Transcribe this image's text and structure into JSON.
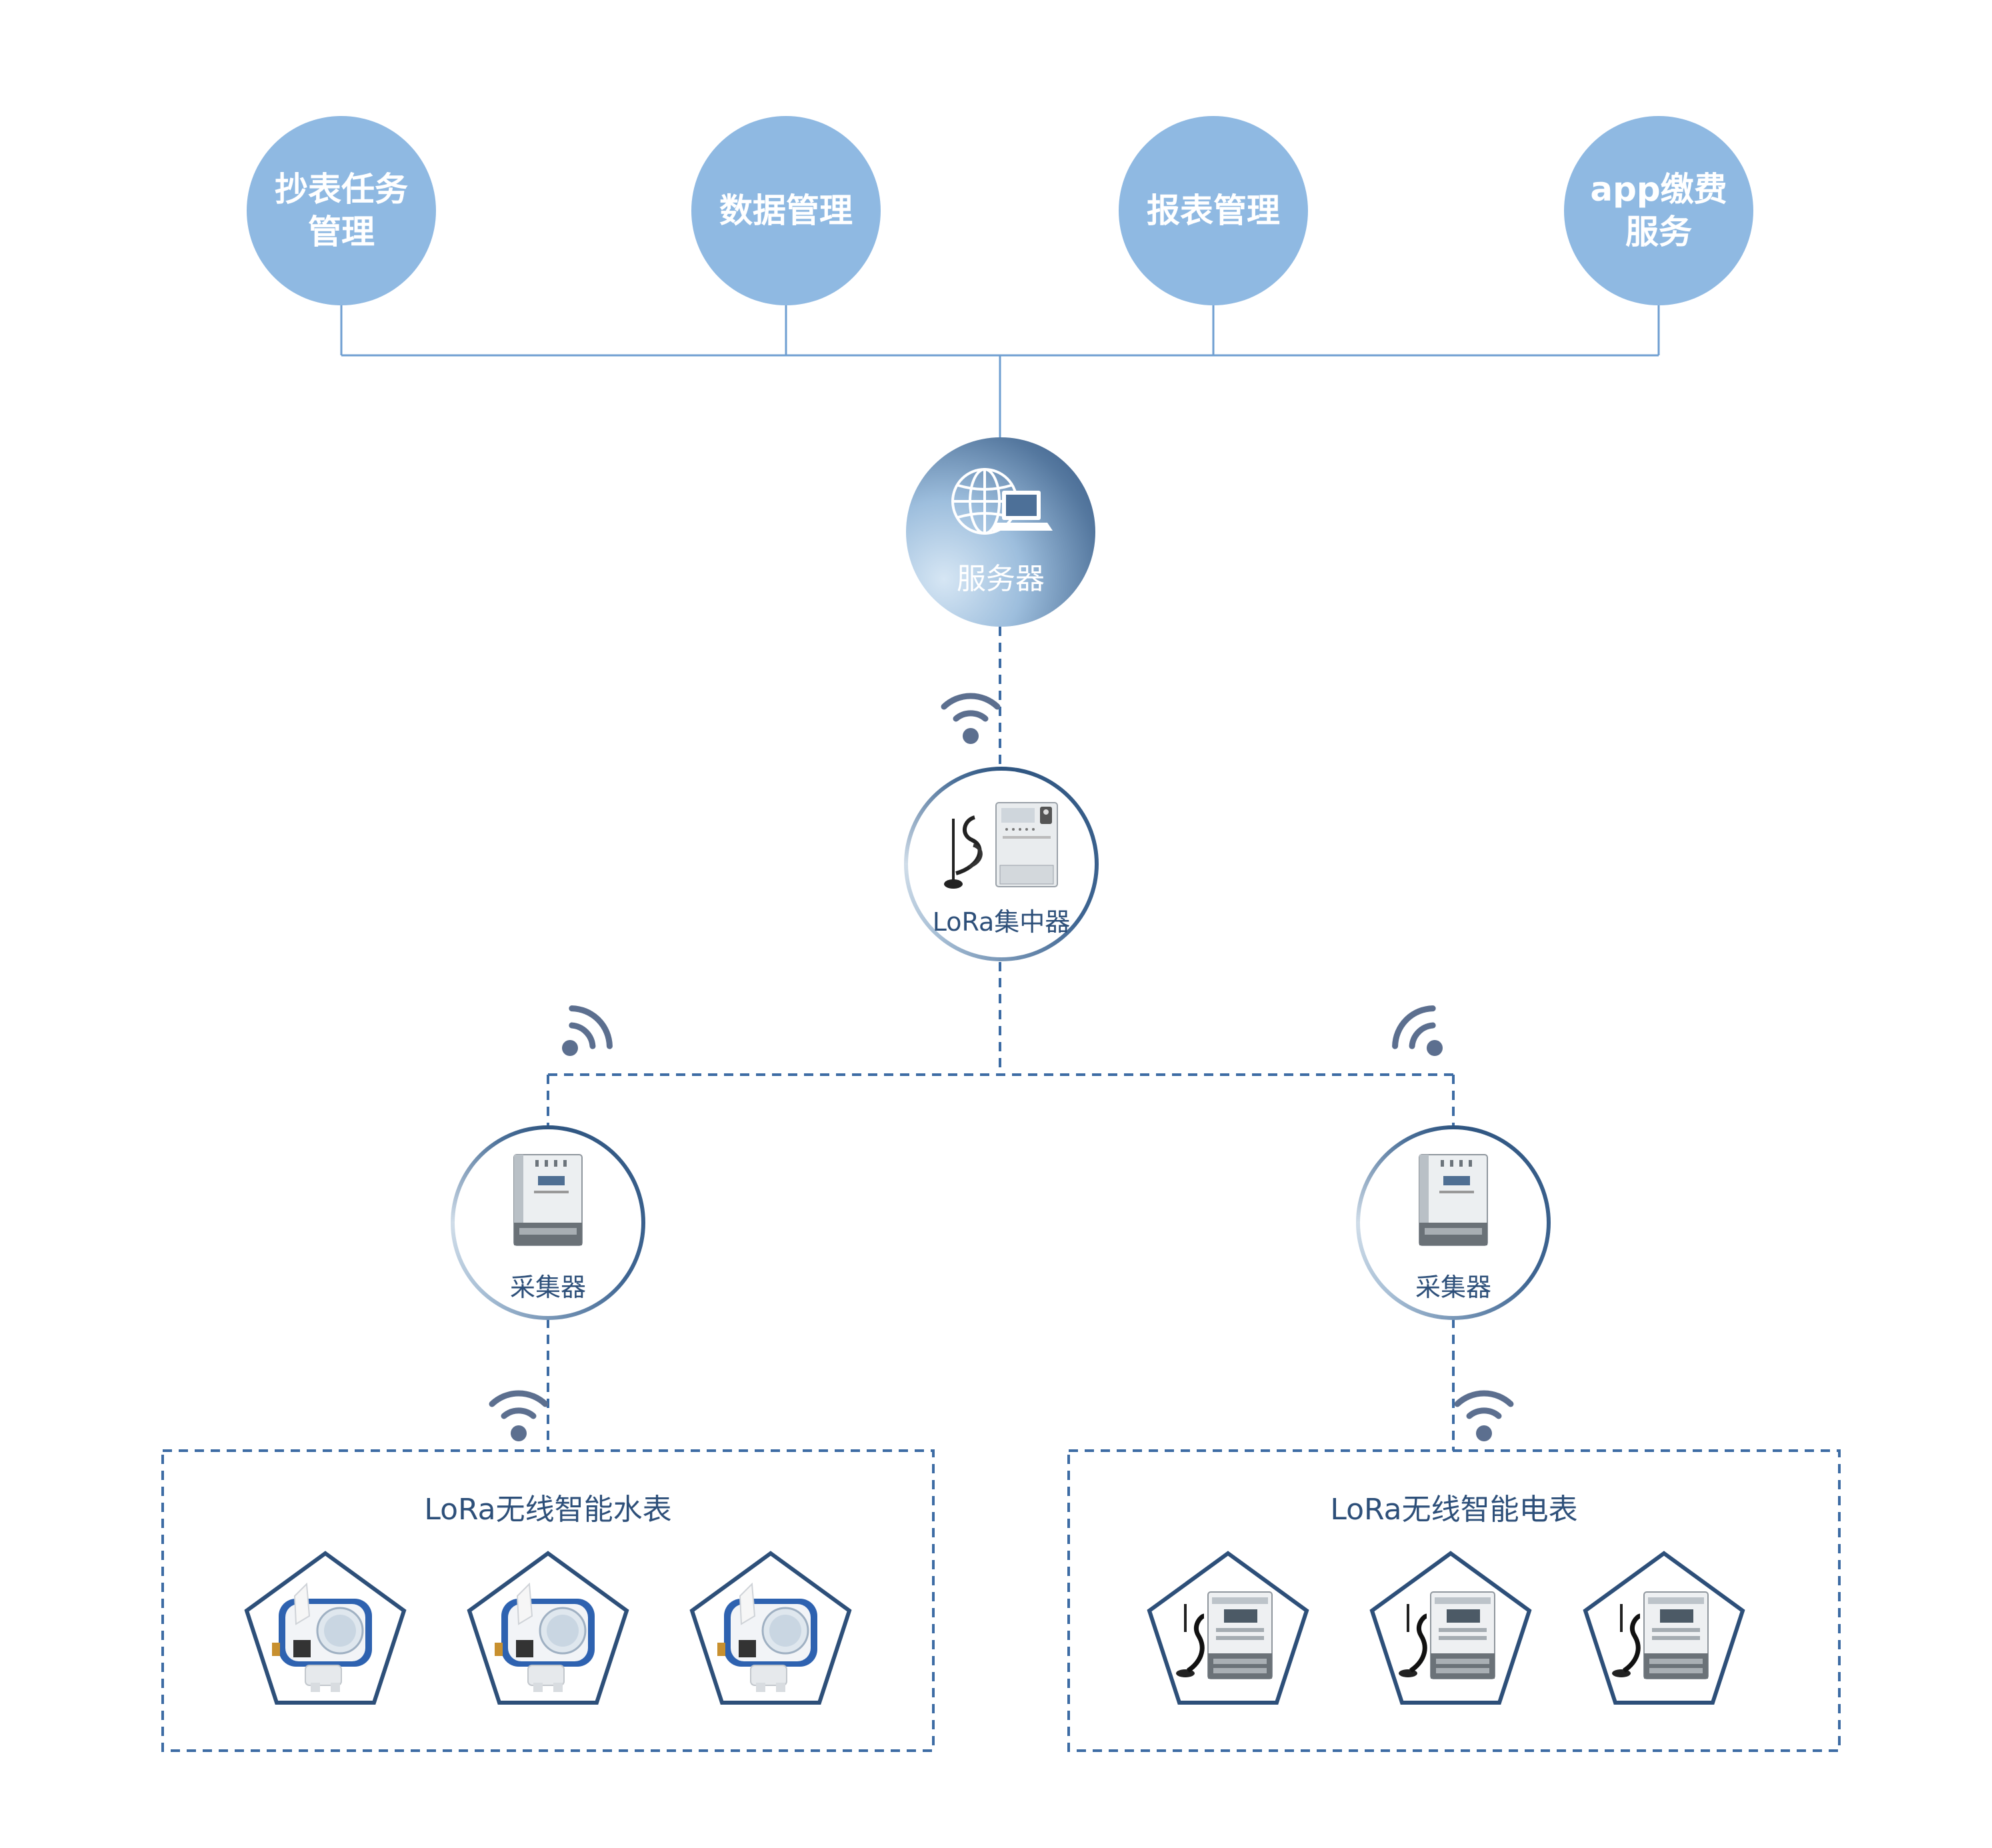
{
  "services": [
    {
      "line1": "抄表任务",
      "line2": "管理"
    },
    {
      "line1": "数据管理",
      "line2": ""
    },
    {
      "line1": "报表管理",
      "line2": ""
    },
    {
      "line1": "app缴费",
      "line2": "服务"
    }
  ],
  "server": {
    "label": "服务器"
  },
  "concentrator": {
    "label": "LoRa集中器"
  },
  "collectors": [
    {
      "label": "采集器"
    },
    {
      "label": "采集器"
    }
  ],
  "groups": [
    {
      "title": "LoRa无线智能水表",
      "device": "water-meter"
    },
    {
      "title": "LoRa无线智能电表",
      "device": "electric-meter"
    }
  ],
  "colors": {
    "service_circle": "#8fb9e2",
    "connector": "#6f9fd1",
    "dashed": "#3d6ca4",
    "navy": "#2d4f79",
    "wifi": "#5c6f8f",
    "meter_blue": "#2e62b0"
  }
}
